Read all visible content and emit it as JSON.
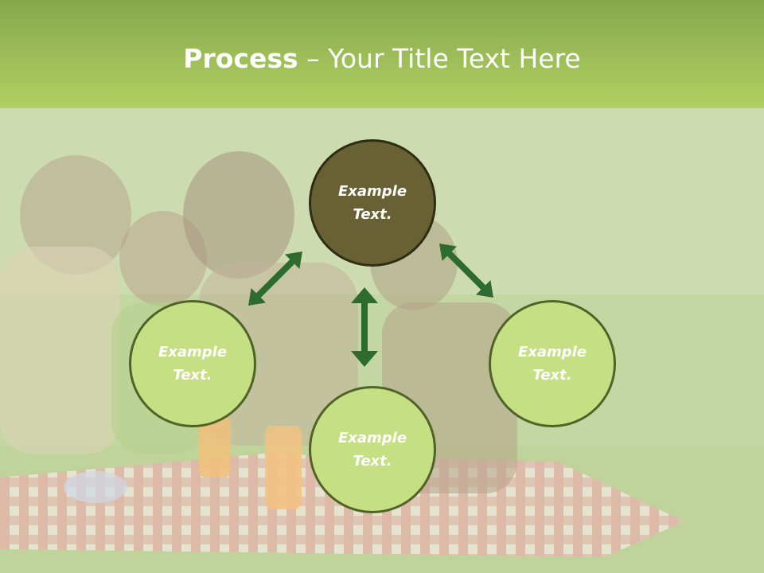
{
  "slide": {
    "title_bold": "Process",
    "title_sep": " – ",
    "title_rest": "Your Title Text Here"
  },
  "nodes": [
    {
      "id": "top",
      "label": "Example\nText."
    },
    {
      "id": "left",
      "label": "Example\nText."
    },
    {
      "id": "bottom",
      "label": "Example\nText."
    },
    {
      "id": "right",
      "label": "Example\nText."
    }
  ],
  "colors": {
    "header_top": "#86a84c",
    "header_bottom": "#b0d062",
    "center_node": "#676133",
    "outer_node": "#c6df82",
    "node_border": "#4f6328",
    "arrow": "#2e6b2e"
  },
  "background": "faded photo of a family having a picnic on a checkered blanket in a park"
}
